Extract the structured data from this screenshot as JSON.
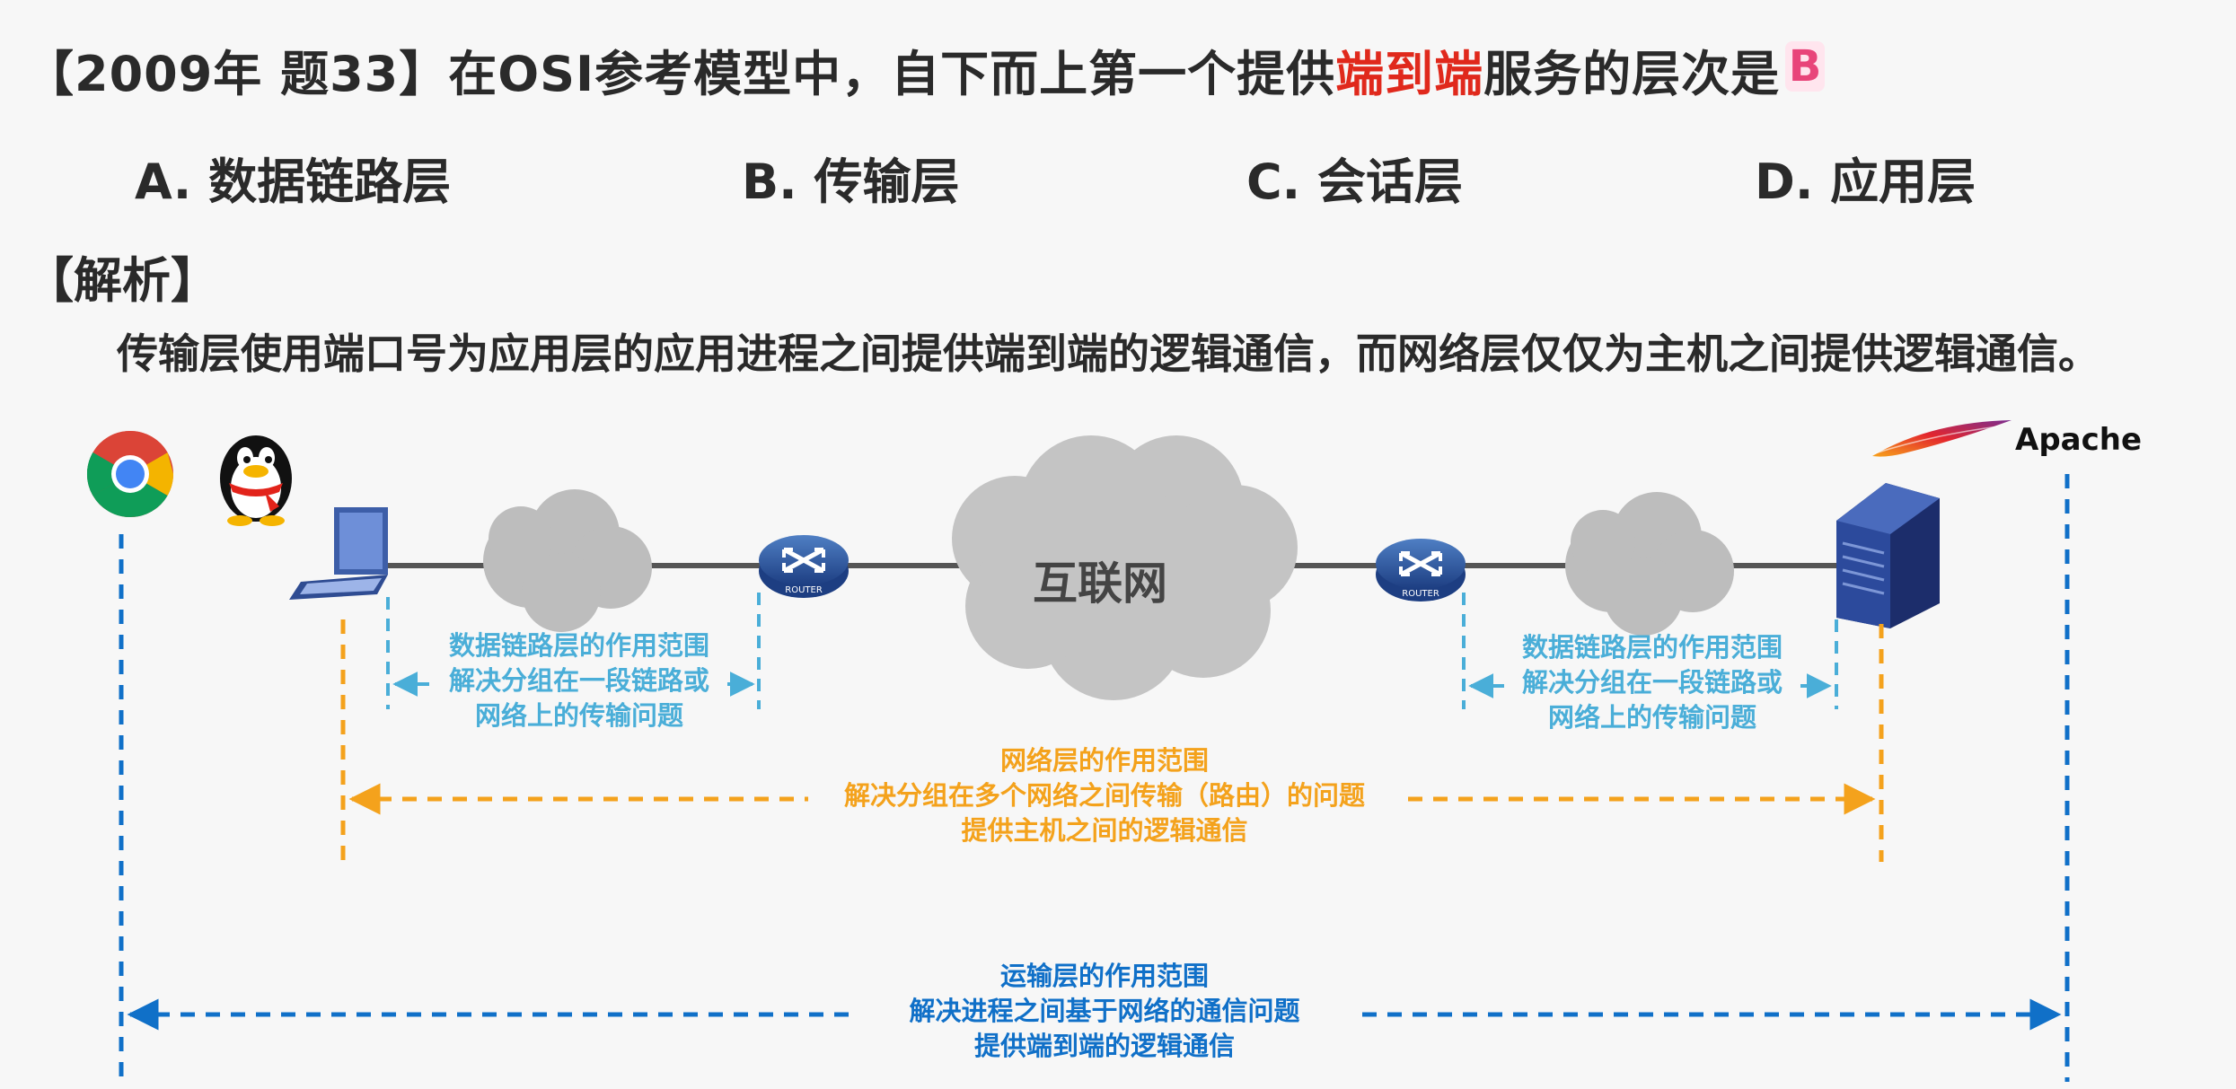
{
  "question": {
    "prefix": "【2009年 题33】在OSI参考模型中，自下而上第一个提供",
    "highlight": "端到端",
    "suffix": "服务的层次是",
    "answer": "B",
    "highlight_color": "#e0291c"
  },
  "options": [
    {
      "text": "A. 数据链路层"
    },
    {
      "text": "B. 传输层"
    },
    {
      "text": "C. 会话层"
    },
    {
      "text": "D. 应用层"
    }
  ],
  "analysis": {
    "heading": "【解析】",
    "text": "传输层使用端口号为应用层的应用进程之间提供端到端的逻辑通信，而网络层仅仅为主机之间提供逻辑通信。"
  },
  "diagram": {
    "internet_label": "互联网",
    "apache_label": "Apache",
    "router_label": "ROUTER",
    "datalink_left": [
      "数据链路层的作用范围",
      "解决分组在一段链路或",
      "网络上的传输问题"
    ],
    "datalink_right": [
      "数据链路层的作用范围",
      "解决分组在一段链路或",
      "网络上的传输问题"
    ],
    "network": [
      "网络层的作用范围",
      "解决分组在多个网络之间传输（路由）的问题",
      "提供主机之间的逻辑通信"
    ],
    "transport": [
      "运输层的作用范围",
      "解决进程之间基于网络的通信问题",
      "提供端到端的逻辑通信"
    ],
    "colors": {
      "datalink": "#4aaed8",
      "network": "#f4a21c",
      "transport": "#1070c8"
    },
    "icons": [
      "chrome-icon",
      "qq-penguin-icon",
      "laptop-icon",
      "cloud-icon",
      "router-icon",
      "server-icon",
      "apache-feather-icon"
    ]
  }
}
